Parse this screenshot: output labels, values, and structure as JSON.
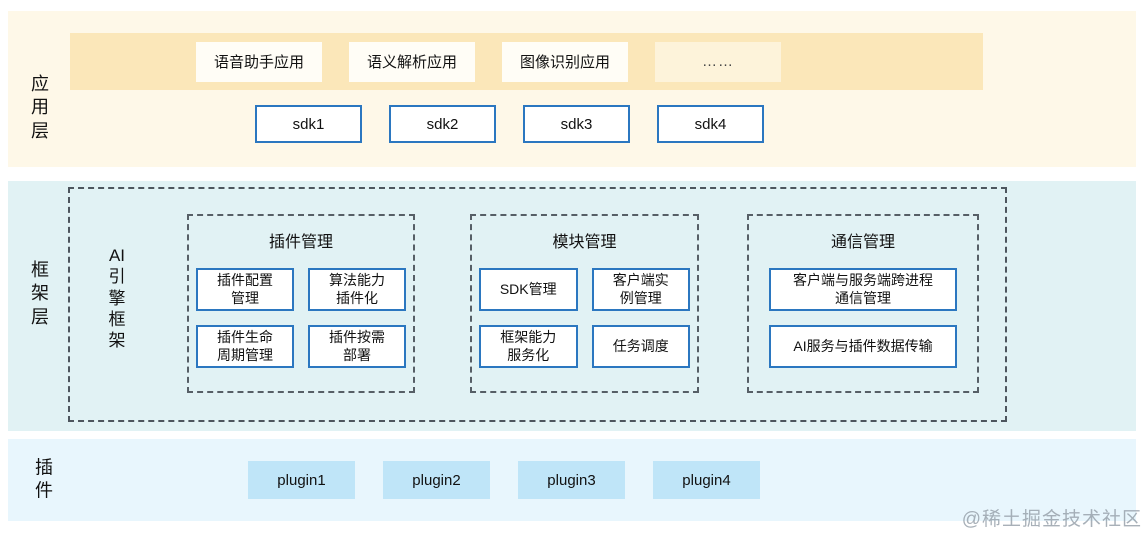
{
  "app_layer": {
    "label": "应用层",
    "apps": [
      "语音助手应用",
      "语义解析应用",
      "图像识别应用",
      "……"
    ],
    "sdks": [
      "sdk1",
      "sdk2",
      "sdk3",
      "sdk4"
    ]
  },
  "framework_layer": {
    "label": "框架层",
    "engine_label": "AI引擎框架",
    "groups": [
      {
        "title": "插件管理",
        "items": [
          "插件配置\n管理",
          "算法能力\n插件化",
          "插件生命\n周期管理",
          "插件按需\n部署"
        ]
      },
      {
        "title": "模块管理",
        "items": [
          "SDK管理",
          "客户端实\n例管理",
          "框架能力\n服务化",
          "任务调度"
        ]
      },
      {
        "title": "通信管理",
        "items": [
          "客户端与服务端跨进程\n通信管理",
          "AI服务与插件数据传输"
        ]
      }
    ]
  },
  "plugin_layer": {
    "label": "插件",
    "plugins": [
      "plugin1",
      "plugin2",
      "plugin3",
      "plugin4"
    ]
  },
  "watermark": "@稀土掘金技术社区",
  "colors": {
    "app_panel": "#fef8e8",
    "app_band": "#fbe7b9",
    "framework_panel": "#e1f2f4",
    "plugin_panel": "#e8f6fd",
    "plugin_box": "#bfe5f8",
    "box_border": "#2b77c0",
    "dashed_border": "#4d565e"
  }
}
